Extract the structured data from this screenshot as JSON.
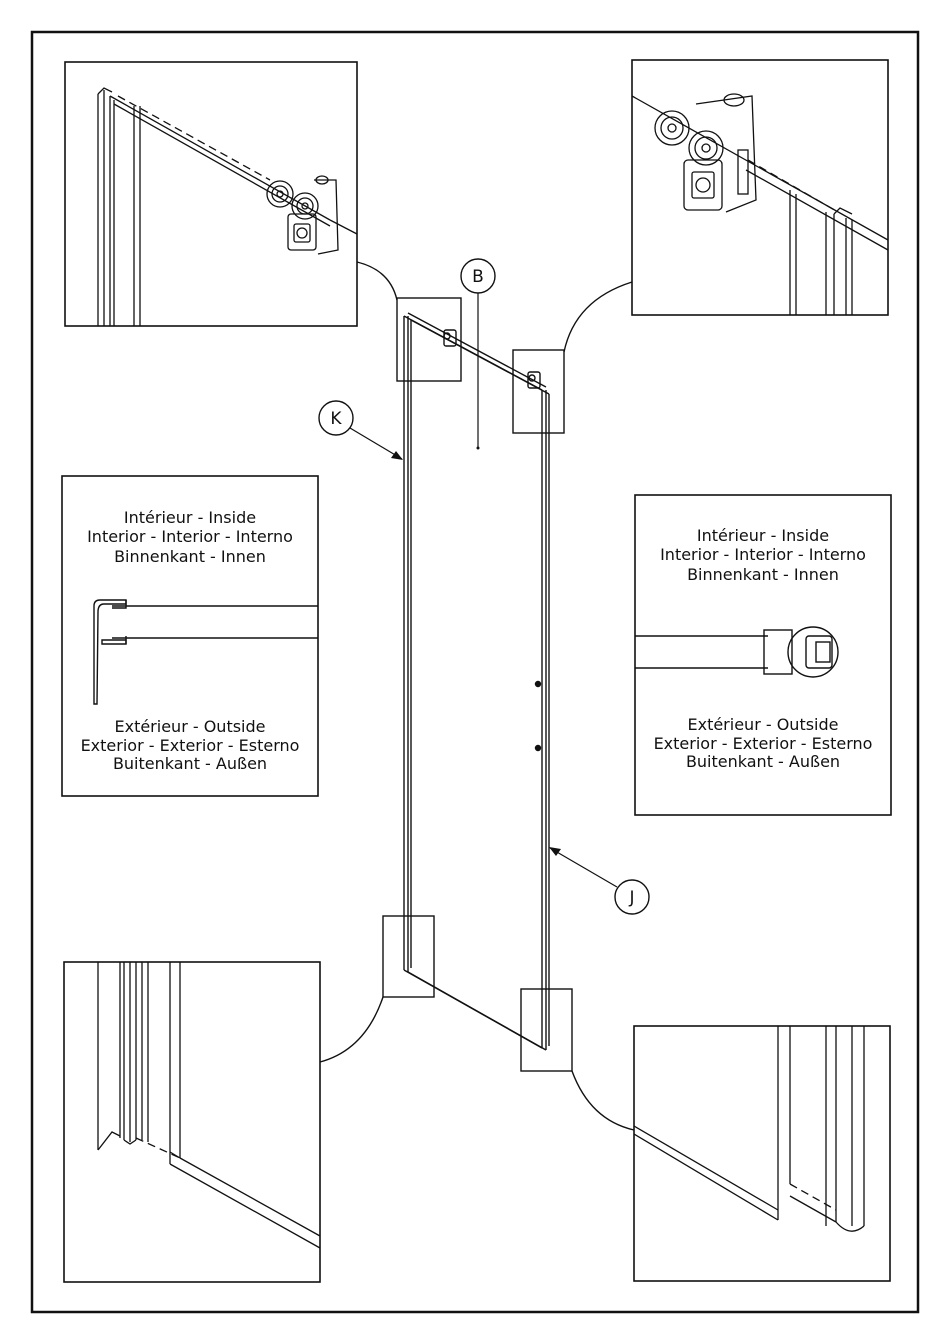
{
  "callouts": {
    "b": "B",
    "k": "K",
    "j": "J"
  },
  "left_profile": {
    "inside": [
      "Intérieur - Inside",
      "Interior - Interior - Interno",
      "Binnenkant - Innen"
    ],
    "outside": [
      "Extérieur - Outside",
      "Exterior - Exterior - Esterno",
      "Buitenkant - Außen"
    ]
  },
  "right_profile": {
    "inside": [
      "Intérieur - Inside",
      "Interior - Interior - Interno",
      "Binnenkant - Innen"
    ],
    "outside": [
      "Extérieur - Outside",
      "Exterior - Exterior - Esterno",
      "Buitenkant - Außen"
    ]
  }
}
